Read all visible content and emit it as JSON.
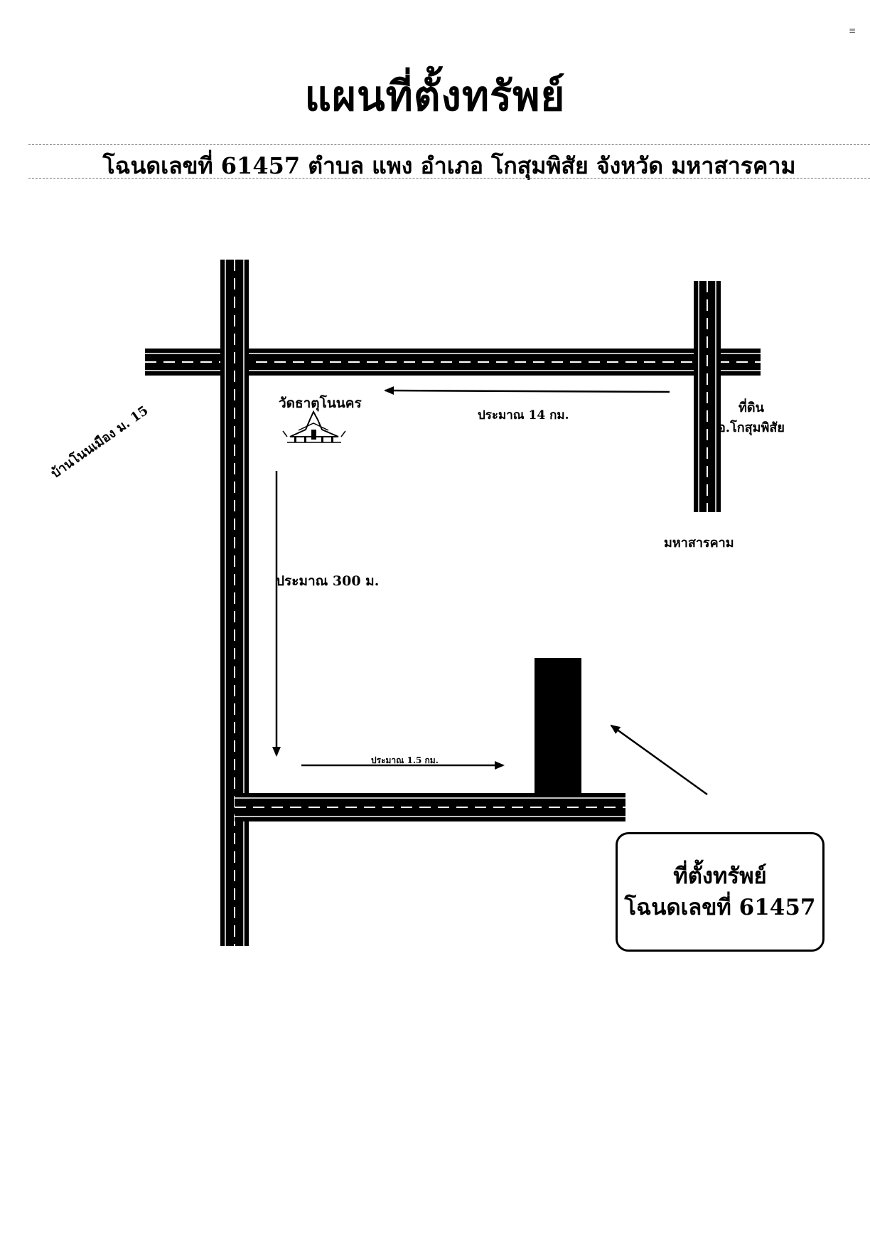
{
  "header": {
    "title": "แผนที่ตั้งทรัพย์",
    "subtitle": "โฉนดเลขที่ 61457 ตำบล แพง อำเภอ โกสุมพิสัย จังหวัด มหาสารคาม"
  },
  "map": {
    "labels": {
      "temple": "วัดธาตุโนนคร",
      "distance_top": "ประมาณ 14 กม.",
      "land_office_line1": "ที่ดิน",
      "land_office_line2": "อ.โกสุมพิสัย",
      "destination": "มหาสารคาม",
      "distance_down": "ประมาณ 300 ม.",
      "distance_lower": "ประมาณ 1.5 กม.",
      "village": "บ้านโนนเมือง ม. 15"
    },
    "location_box": {
      "line1": "ที่ตั้งทรัพย์",
      "line2": "โฉนดเลขที่ 61457"
    }
  },
  "colors": {
    "road": "#000000",
    "lane_marking": "#ffffff",
    "plot": "#000000"
  },
  "icons": {
    "temple": "temple-icon",
    "property": "property-plot"
  }
}
